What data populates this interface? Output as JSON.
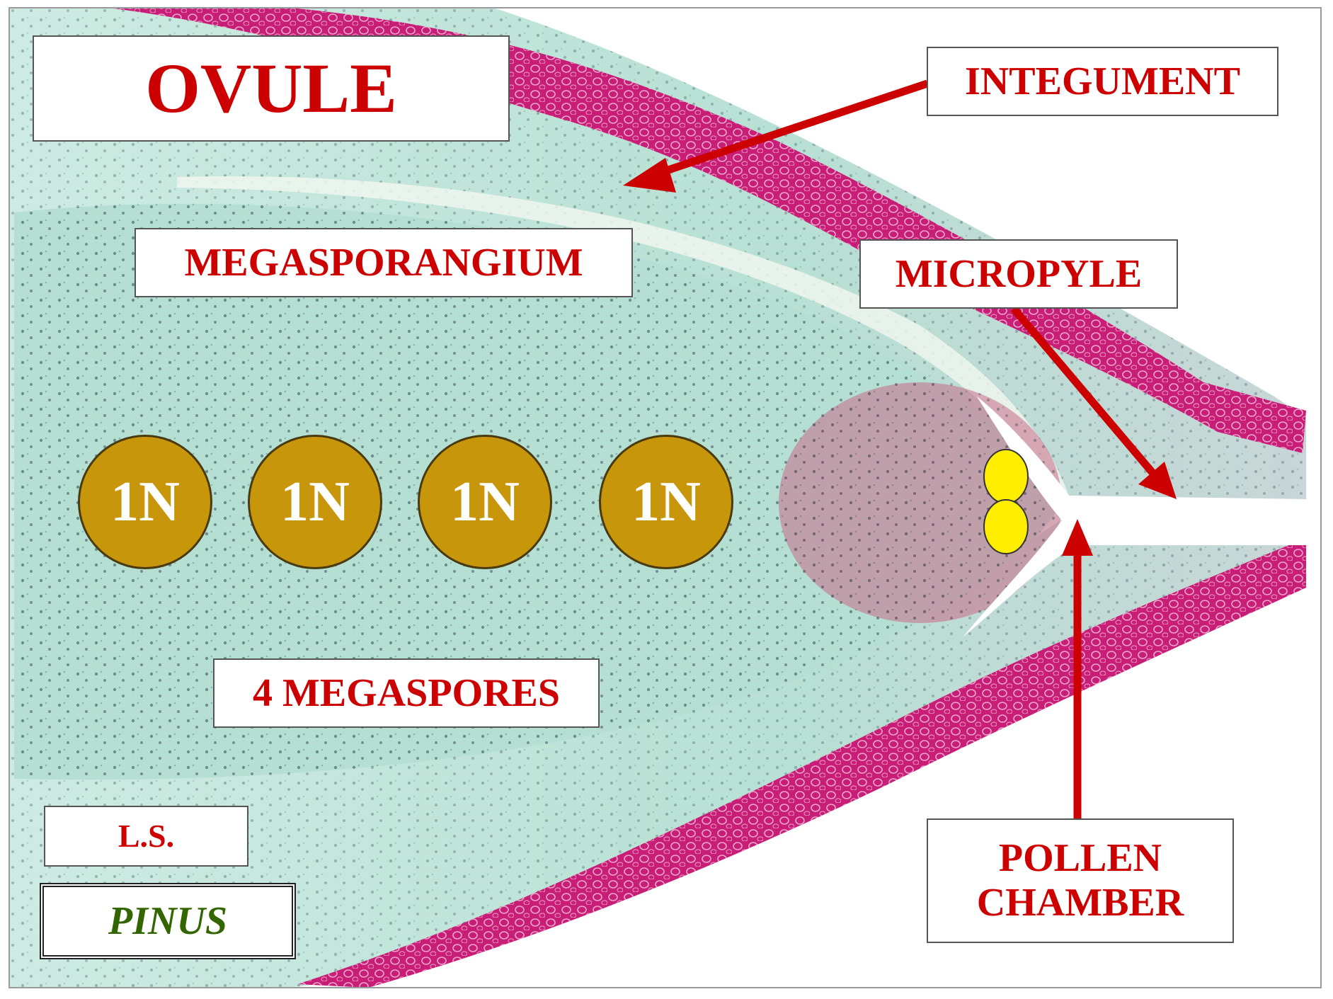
{
  "title": "OVULE",
  "labels": {
    "integument": "INTEGUMENT",
    "megasporangium": "MEGASPORANGIUM",
    "micropyle": "MICROPYLE",
    "megaspores": "4 MEGASPORES",
    "pollen_chamber_line1": "POLLEN",
    "pollen_chamber_line2": "CHAMBER",
    "section": "L.S.",
    "genus": "PINUS"
  },
  "spores": [
    "1N",
    "1N",
    "1N",
    "1N"
  ],
  "colors": {
    "label_text": "#cc0000",
    "genus_text": "#336600",
    "arrow": "#cc0000",
    "spore_fill": "#c8960a",
    "spore_text": "#ffffff",
    "pollen_grain": "#ffee00",
    "tissue_teal": "#bfe6d8",
    "integument_magenta": "#c81e78"
  }
}
